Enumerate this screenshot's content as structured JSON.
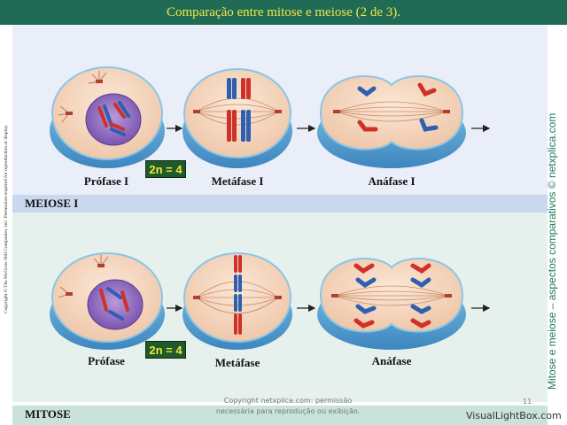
{
  "header": {
    "title": "Comparação entre mitose e meiose (2 de 3)."
  },
  "meiose": {
    "row_label": "MEIOSE I",
    "ploidy": "2n = 4",
    "stages": [
      "Prófase I",
      "Metáfase I",
      "Anáfase I"
    ]
  },
  "mitose": {
    "row_label": "MITOSE",
    "ploidy": "2n = 4",
    "stages": [
      "Prófase",
      "Metáfase",
      "Anáfase"
    ]
  },
  "side_text": "Mitose e meiose – aspectos comparativos © netxplica.com",
  "copyright_vertical": "Copyright © The McGraw-Hill Companies, Inc. Permission required for reproduction or display.",
  "footer": {
    "line1": "Copyright netxplica.com: permissão",
    "line2": "necessária para reprodução ou exibição.",
    "page": "11"
  },
  "watermark": "VisualLightBox.com",
  "colors": {
    "header_bg": "#1f6b55",
    "title": "#f2e64a",
    "chromosome_red": "#d0302a",
    "chromosome_blue": "#2e5fb0",
    "nucleus": "#8a5fb8",
    "cytoplasm": "#f6dcc6",
    "membrane": "#5aa6d2"
  }
}
